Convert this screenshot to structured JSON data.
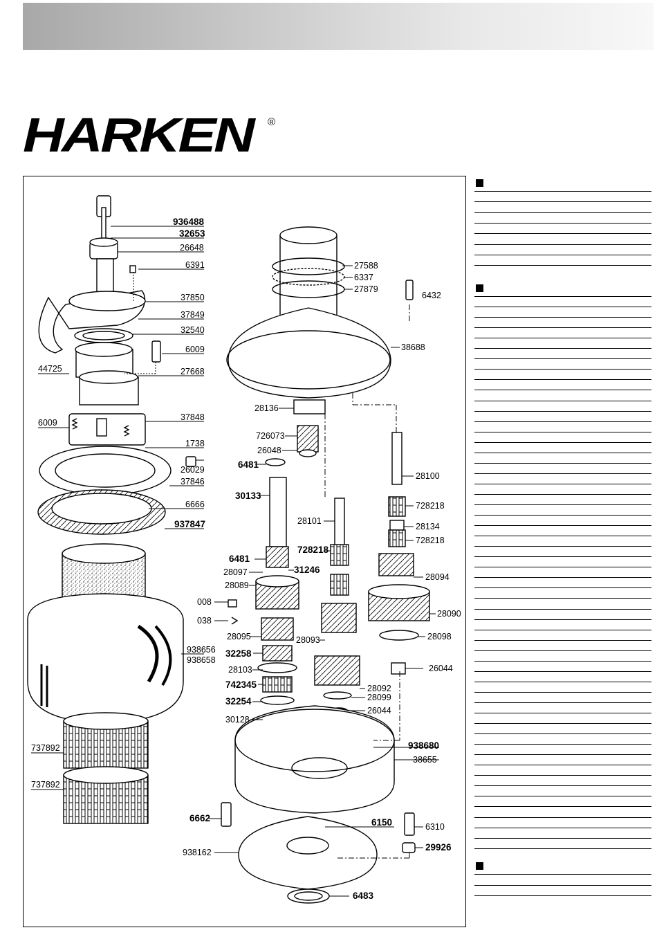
{
  "brand": {
    "name": "HARKEN",
    "mark": "®"
  },
  "parts": [
    {
      "id": "p1",
      "text": "936488",
      "bold": true
    },
    {
      "id": "p2",
      "text": "32653",
      "bold": true
    },
    {
      "id": "p3",
      "text": "26648",
      "bold": false
    },
    {
      "id": "p4",
      "text": "6391",
      "bold": false
    },
    {
      "id": "p5",
      "text": "37850",
      "bold": false
    },
    {
      "id": "p6",
      "text": "37849",
      "bold": false
    },
    {
      "id": "p7",
      "text": "32540",
      "bold": false
    },
    {
      "id": "p8",
      "text": "6009",
      "bold": false
    },
    {
      "id": "p9",
      "text": "44725",
      "bold": false
    },
    {
      "id": "p10",
      "text": "27668",
      "bold": false
    },
    {
      "id": "p11",
      "text": "6009",
      "bold": false
    },
    {
      "id": "p12",
      "text": "37848",
      "bold": false
    },
    {
      "id": "p13",
      "text": "1738",
      "bold": false
    },
    {
      "id": "p14",
      "text": "26029",
      "bold": false
    },
    {
      "id": "p15",
      "text": "37846",
      "bold": false
    },
    {
      "id": "p16",
      "text": "6666",
      "bold": false
    },
    {
      "id": "p17",
      "text": "937847",
      "bold": true
    },
    {
      "id": "p18",
      "text": "938656",
      "bold": false
    },
    {
      "id": "p19",
      "text": "938658",
      "bold": false
    },
    {
      "id": "p20",
      "text": "737892",
      "bold": false
    },
    {
      "id": "p21",
      "text": "737892",
      "bold": false
    },
    {
      "id": "p22",
      "text": "27588",
      "bold": false
    },
    {
      "id": "p23",
      "text": "6337",
      "bold": false
    },
    {
      "id": "p24",
      "text": "27879",
      "bold": false
    },
    {
      "id": "p25",
      "text": "6432",
      "bold": false
    },
    {
      "id": "p26",
      "text": "38688",
      "bold": false
    },
    {
      "id": "p27",
      "text": "28136",
      "bold": false
    },
    {
      "id": "p28",
      "text": "726073",
      "bold": false
    },
    {
      "id": "p29",
      "text": "26048",
      "bold": false
    },
    {
      "id": "p30",
      "text": "6481",
      "bold": true
    },
    {
      "id": "p31",
      "text": "28100",
      "bold": false
    },
    {
      "id": "p32",
      "text": "30133",
      "bold": true
    },
    {
      "id": "p33",
      "text": "728218",
      "bold": false
    },
    {
      "id": "p34",
      "text": "28101",
      "bold": false
    },
    {
      "id": "p35",
      "text": "28134",
      "bold": false
    },
    {
      "id": "p36",
      "text": "728218",
      "bold": false
    },
    {
      "id": "p37",
      "text": "728218",
      "bold": true
    },
    {
      "id": "p38",
      "text": "6481",
      "bold": true
    },
    {
      "id": "p39",
      "text": "28097",
      "bold": false
    },
    {
      "id": "p40",
      "text": "31246",
      "bold": true
    },
    {
      "id": "p41",
      "text": "28094",
      "bold": false
    },
    {
      "id": "p42",
      "text": "28089",
      "bold": false
    },
    {
      "id": "p43",
      "text": "008",
      "bold": false
    },
    {
      "id": "p44",
      "text": "28090",
      "bold": false
    },
    {
      "id": "p45",
      "text": "038",
      "bold": false
    },
    {
      "id": "p46",
      "text": "28098",
      "bold": false
    },
    {
      "id": "p47",
      "text": "28095",
      "bold": false
    },
    {
      "id": "p48",
      "text": "28093",
      "bold": false
    },
    {
      "id": "p49",
      "text": "32258",
      "bold": true
    },
    {
      "id": "p50",
      "text": "26044",
      "bold": false
    },
    {
      "id": "p51",
      "text": "28103",
      "bold": false
    },
    {
      "id": "p52",
      "text": "742345",
      "bold": true
    },
    {
      "id": "p53",
      "text": "28092",
      "bold": false
    },
    {
      "id": "p54",
      "text": "28099",
      "bold": false
    },
    {
      "id": "p55",
      "text": "32254",
      "bold": true
    },
    {
      "id": "p56",
      "text": "26044",
      "bold": false
    },
    {
      "id": "p57",
      "text": "30128",
      "bold": false
    },
    {
      "id": "p58",
      "text": "938680",
      "bold": true
    },
    {
      "id": "p59",
      "text": "38655",
      "bold": false
    },
    {
      "id": "p60",
      "text": "6662",
      "bold": true
    },
    {
      "id": "p61",
      "text": "6150",
      "bold": true
    },
    {
      "id": "p62",
      "text": "6310",
      "bold": false
    },
    {
      "id": "p63",
      "text": "938162",
      "bold": false
    },
    {
      "id": "p64",
      "text": "29926",
      "bold": true
    },
    {
      "id": "p65",
      "text": "6483",
      "bold": true
    }
  ]
}
